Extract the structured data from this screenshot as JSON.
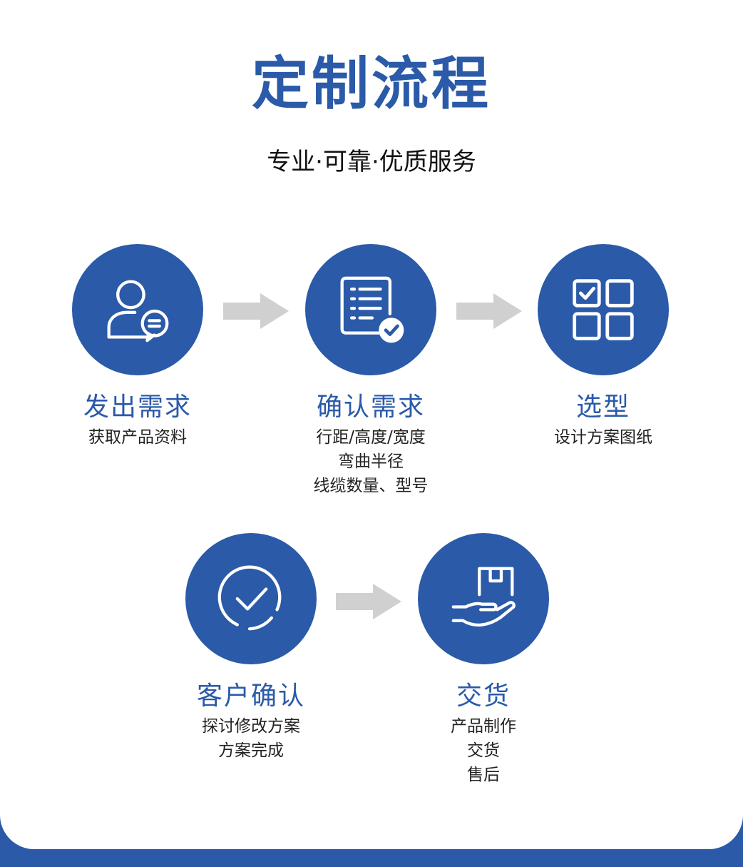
{
  "header": {
    "title": "定制流程",
    "subtitle": "专业·可靠·优质服务"
  },
  "colors": {
    "brand_blue": "#2a5aa8",
    "arrow_gray": "#d0d0d0",
    "text_dark": "#222222",
    "background": "#ffffff"
  },
  "steps": [
    {
      "icon": "user-chat-icon",
      "title": "发出需求",
      "desc": [
        "获取产品资料"
      ]
    },
    {
      "icon": "document-check-icon",
      "title": "确认需求",
      "desc": [
        "行距/高度/宽度",
        "弯曲半径",
        "线缆数量、型号"
      ]
    },
    {
      "icon": "grid-select-icon",
      "title": "选型",
      "desc": [
        "设计方案图纸"
      ]
    },
    {
      "icon": "circle-check-icon",
      "title": "客户确认",
      "desc": [
        "探讨修改方案",
        "方案完成"
      ]
    },
    {
      "icon": "hand-box-icon",
      "title": "交货",
      "desc": [
        "产品制作",
        "交货",
        "售后"
      ]
    }
  ]
}
